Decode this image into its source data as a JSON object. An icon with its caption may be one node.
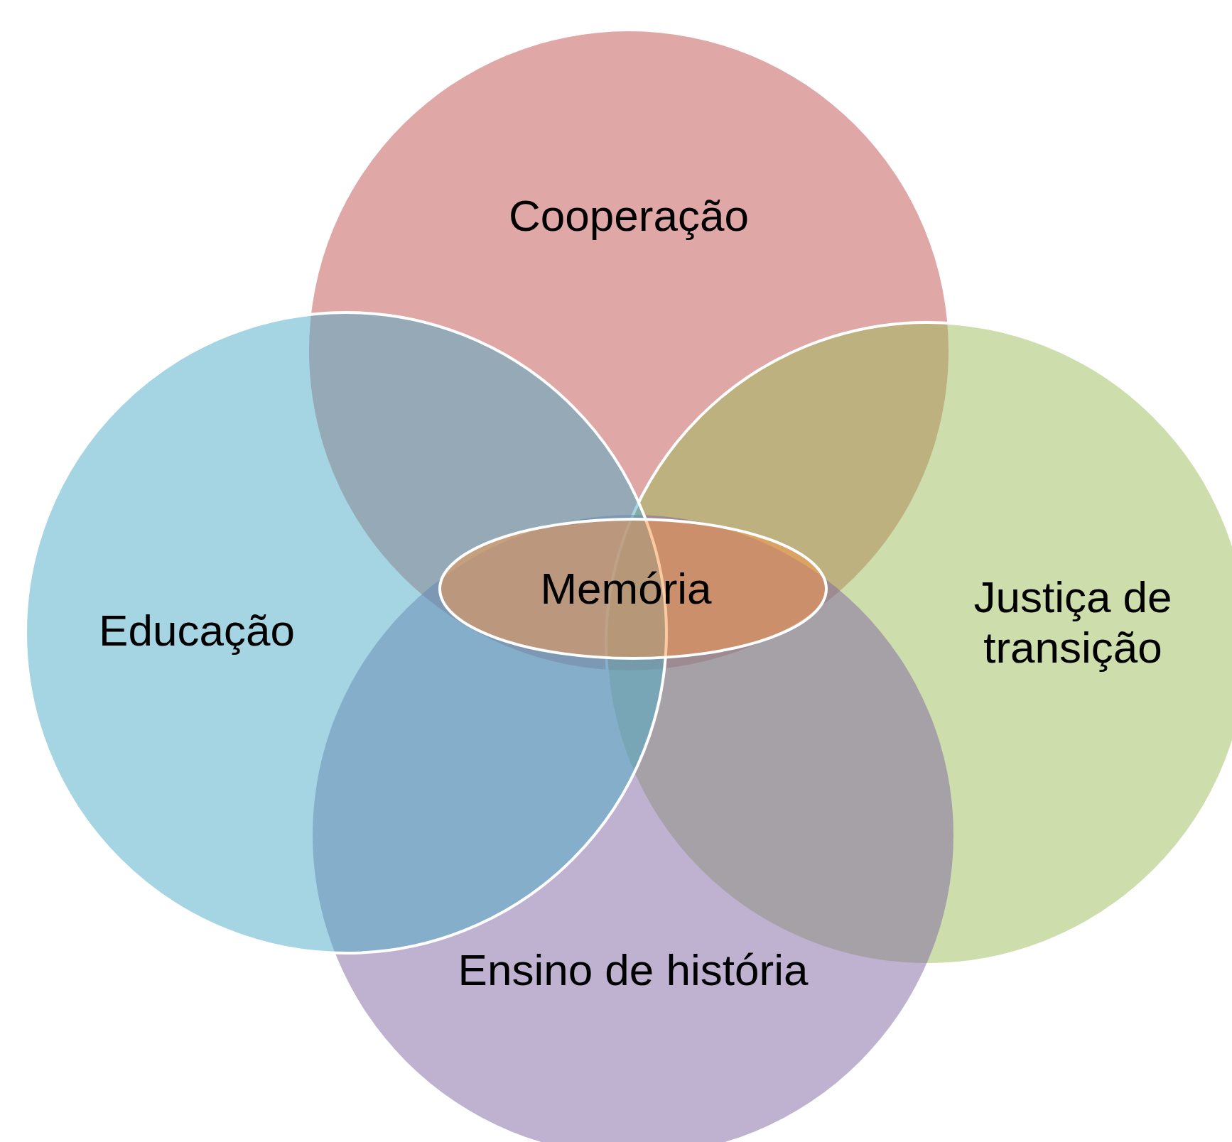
{
  "diagram": {
    "nodes": [
      {
        "text": [
          "Cooperação"
        ]
      },
      {
        "text": [
          "Educação"
        ]
      },
      {
        "text": [
          "Memória"
        ]
      },
      {
        "text": [
          "Justiça de transição"
        ]
      },
      {
        "text": [
          "Ensino de história"
        ]
      }
    ]
  }
}
